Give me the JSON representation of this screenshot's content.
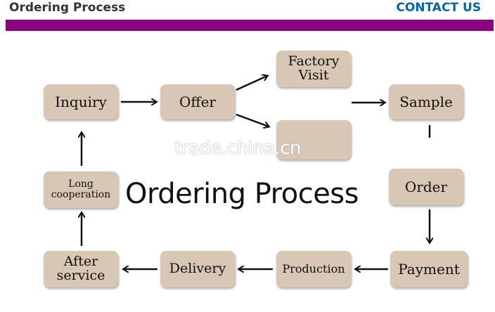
{
  "header": {
    "title": "Ordering Process",
    "contact_label": "CONTACT US",
    "bar_color": "#8b0080",
    "link_color": "#0066aa"
  },
  "diagram": {
    "center_title": "Ordering Process",
    "watermark": "trade.china.cn",
    "box_color": "#d8c7b5",
    "steps": {
      "inquiry": "Inquiry",
      "offer": "Offer",
      "factory_visit_1": "Factory",
      "factory_visit_2": "Visit",
      "sample": "Sample",
      "order": "Order",
      "payment": "Payment",
      "production": "Production",
      "delivery": "Delivery",
      "after_service_1": "After",
      "after_service_2": "service",
      "long_cooperation_1": "Long",
      "long_cooperation_2": "cooperation"
    }
  }
}
